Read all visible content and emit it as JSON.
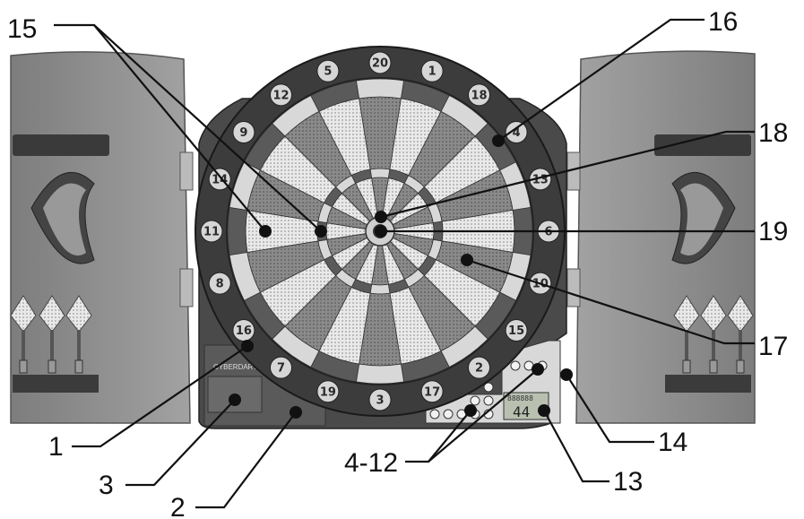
{
  "board": {
    "numbers": [
      "20",
      "1",
      "18",
      "4",
      "13",
      "6",
      "10",
      "15",
      "2",
      "17",
      "3",
      "19",
      "7",
      "16",
      "8",
      "11",
      "14",
      "9",
      "12",
      "5"
    ],
    "display_digits_top": "888888",
    "display_digits_main": "44",
    "brand": "CYBERDART"
  },
  "callouts": [
    {
      "id": "15",
      "text": "15"
    },
    {
      "id": "16",
      "text": "16"
    },
    {
      "id": "18",
      "text": "18"
    },
    {
      "id": "19",
      "text": "19"
    },
    {
      "id": "17",
      "text": "17"
    },
    {
      "id": "14",
      "text": "14"
    },
    {
      "id": "13",
      "text": "13"
    },
    {
      "id": "4-12",
      "text": "4-12"
    },
    {
      "id": "1",
      "text": "1"
    },
    {
      "id": "3",
      "text": "3"
    },
    {
      "id": "2",
      "text": "2"
    }
  ]
}
